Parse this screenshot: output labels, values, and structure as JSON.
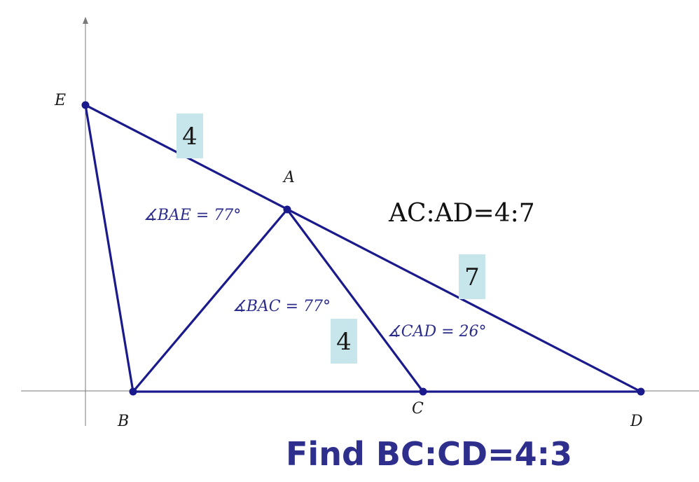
{
  "points": {
    "E": "E",
    "A": "A",
    "B": "B",
    "C": "C",
    "D": "D"
  },
  "angles": {
    "bae": "∡BAE = 77°",
    "bac": "∡BAC = 77°",
    "cad": "∡CAD = 26°"
  },
  "lengths": {
    "ea": "4",
    "ad": "7",
    "ac": "4"
  },
  "ratio_text": "AC:AD=4:7",
  "question": "Find BC:CD=4:3",
  "colors": {
    "segment": "#1a1a8c",
    "label_box": "#c6e6ec",
    "question": "#2e2e8c"
  }
}
